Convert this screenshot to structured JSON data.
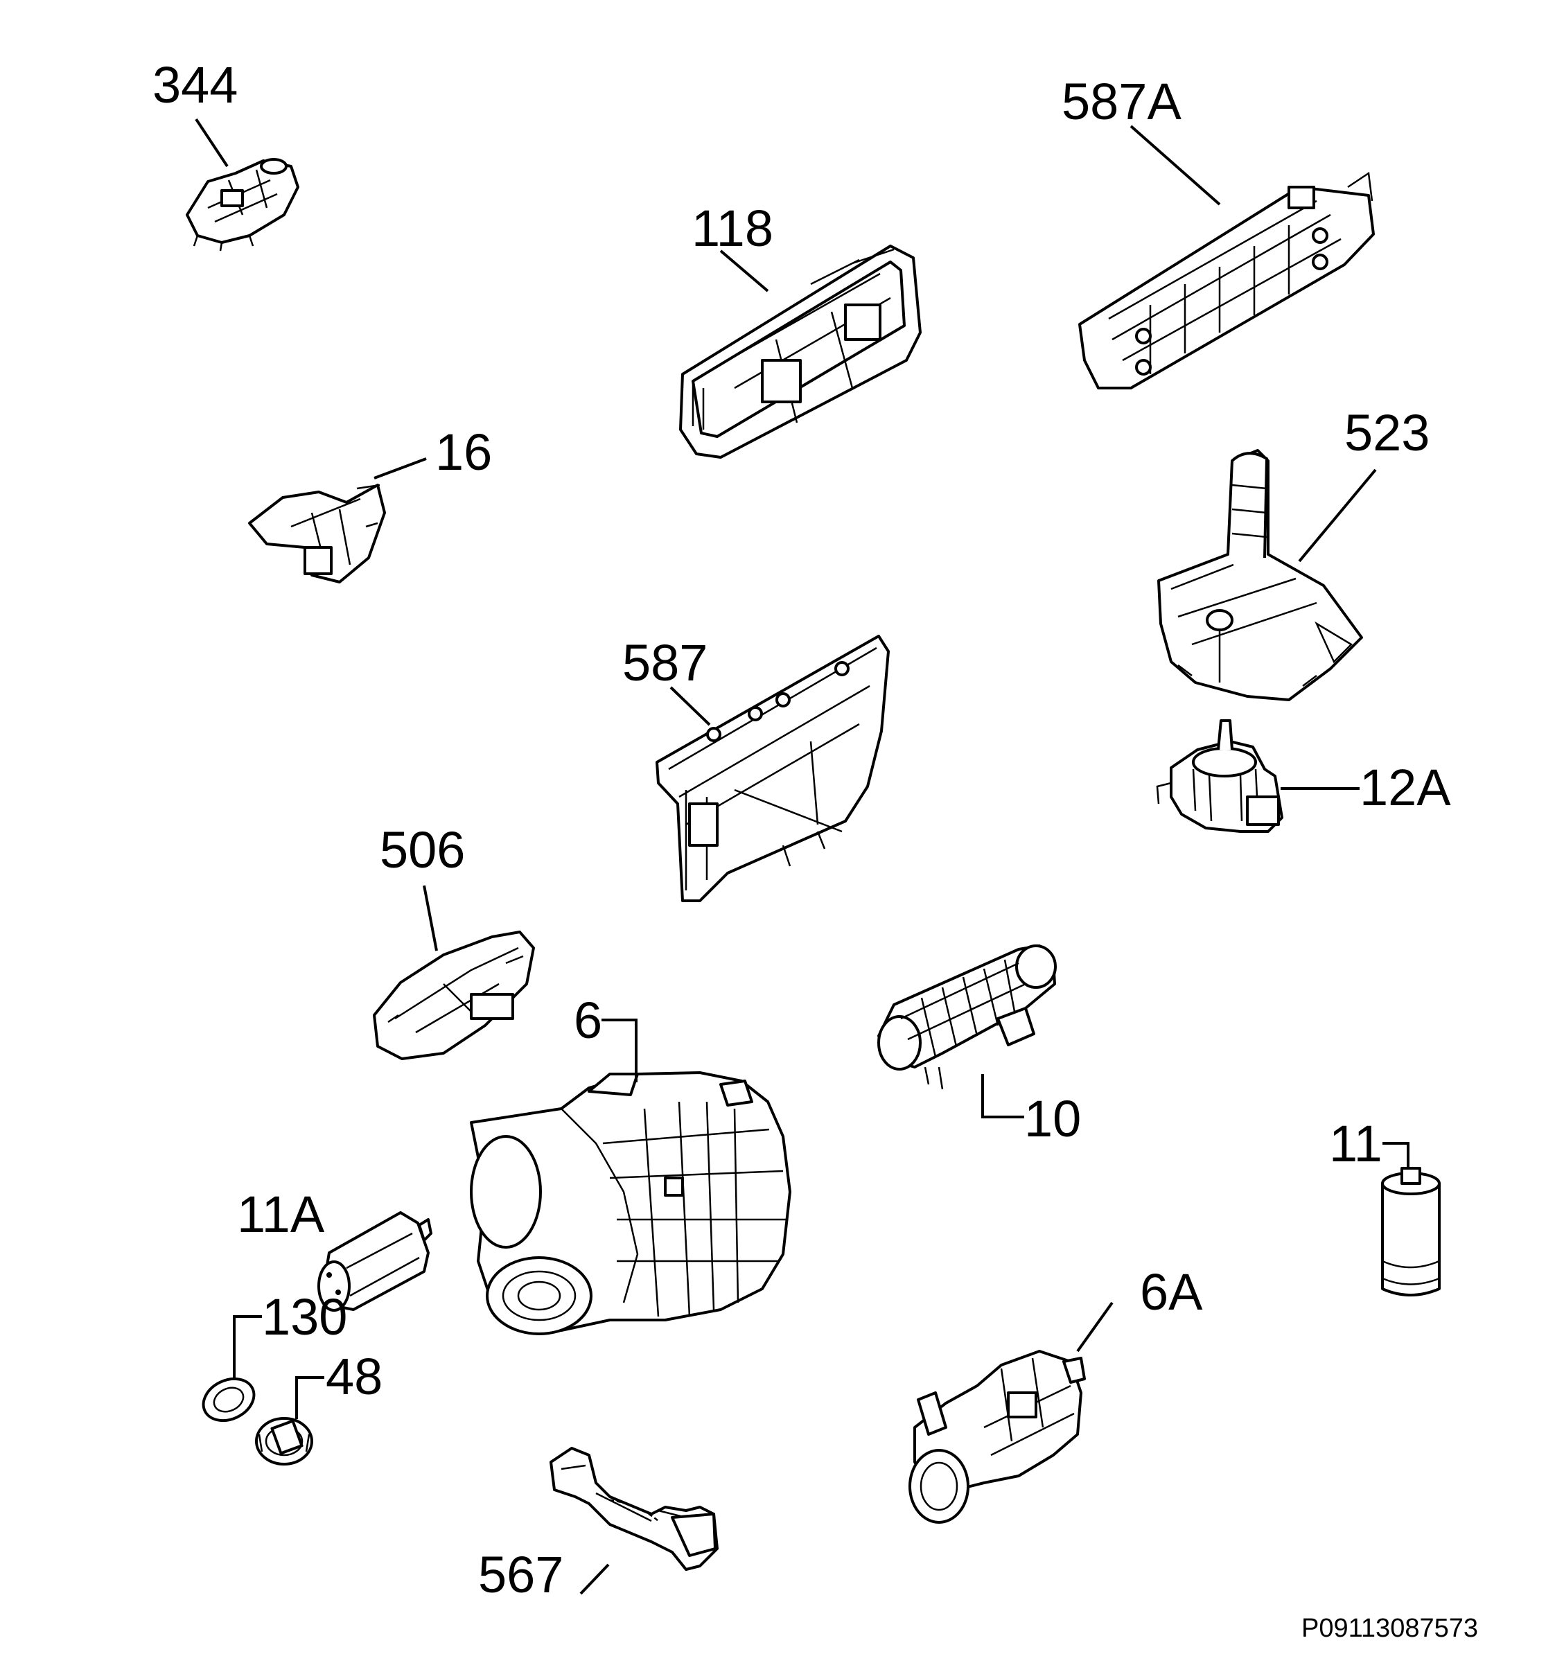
{
  "labels": {
    "l344": "344",
    "l587A": "587A",
    "l118": "118",
    "l16": "16",
    "l523": "523",
    "l587": "587",
    "l12A": "12A",
    "l506": "506",
    "l6": "6",
    "l10": "10",
    "l11": "11",
    "l11A": "11A",
    "l130": "130",
    "l48": "48",
    "l6A": "6A",
    "l567": "567"
  },
  "document_id": "P09113087573"
}
